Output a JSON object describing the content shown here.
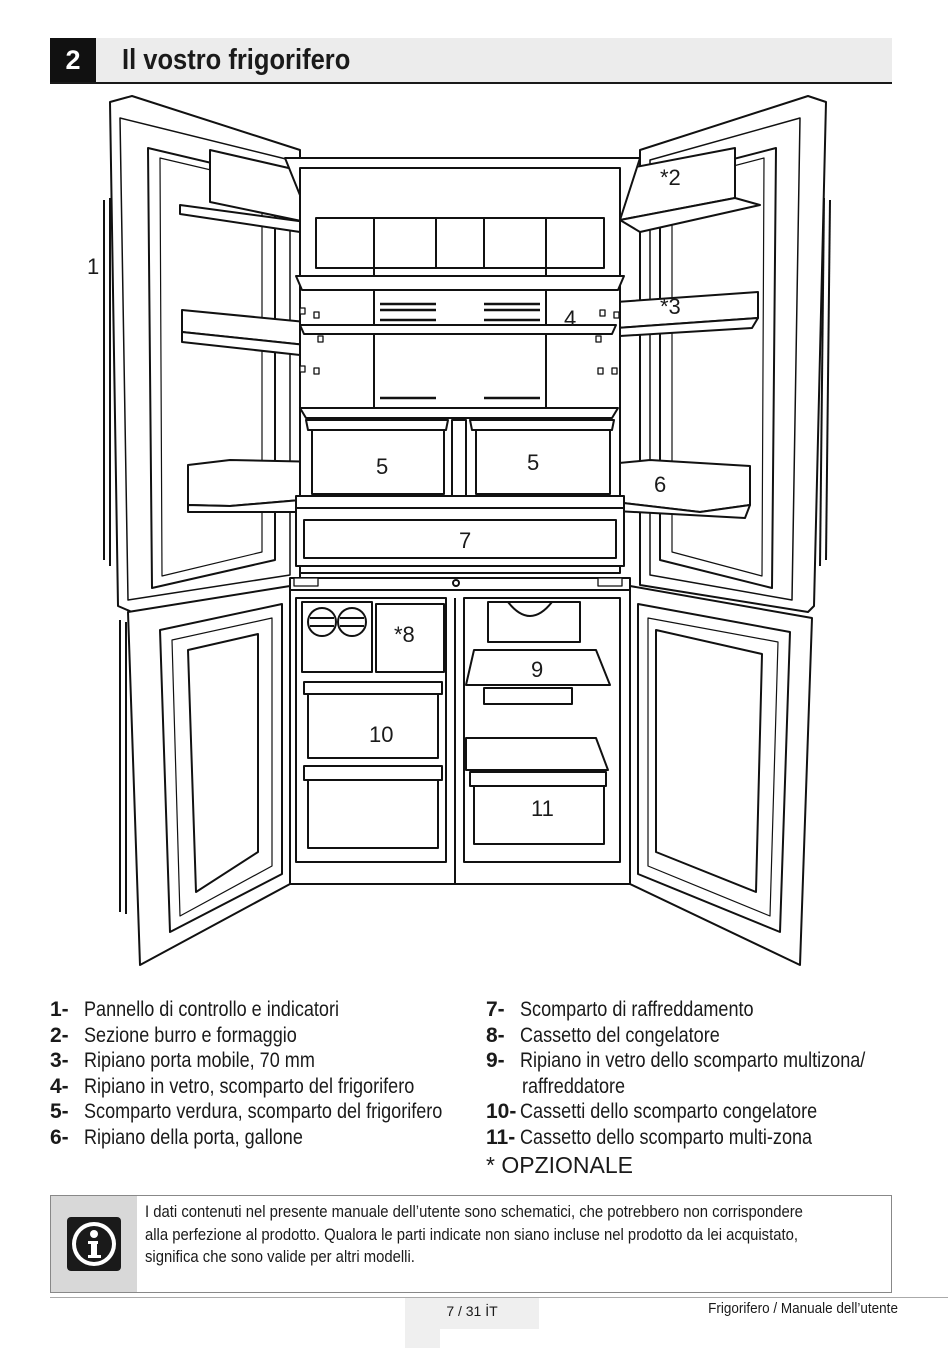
{
  "section": {
    "number": "2",
    "title": "Il vostro frigorifero"
  },
  "diagram": {
    "callouts": [
      "1",
      "*2",
      "*3",
      "4",
      "5",
      "5",
      "6",
      "7",
      "*8",
      "9",
      "10",
      "11"
    ]
  },
  "legend": {
    "left": [
      {
        "num": "1-",
        "text": "Pannello di controllo e indicatori"
      },
      {
        "num": "2-",
        "text": "Sezione burro e formaggio"
      },
      {
        "num": "3-",
        "text": "Ripiano porta mobile, 70 mm"
      },
      {
        "num": "4-",
        "text": "Ripiano in vetro, scomparto del frigorifero"
      },
      {
        "num": "5-",
        "text": "Scomparto verdura, scomparto del frigorifero"
      },
      {
        "num": "6-",
        "text": "Ripiano della porta, gallone"
      }
    ],
    "right": [
      {
        "num": "7-",
        "text": "Scomparto di raffreddamento"
      },
      {
        "num": "8-",
        "text": "Cassetto del congelatore"
      },
      {
        "num": "9-",
        "text": "Ripiano in vetro dello scomparto multizona/",
        "cont": "raffreddatore"
      },
      {
        "num": "10-",
        "text": "Cassetti dello scomparto congelatore"
      },
      {
        "num": "11-",
        "text": "Cassetto dello scomparto multi-zona"
      }
    ],
    "optional": "* OPZIONALE"
  },
  "info": {
    "icon": "info-icon",
    "lines": [
      "I dati contenuti nel presente manuale dell’utente sono schematici, che potrebbero non corrispondere",
      "alla perfezione al prodotto. Qualora le parti indicate non siano incluse nel prodotto da lei acquistato,",
      "significa che sono valide per altri modelli."
    ]
  },
  "footer": {
    "page": "7 / 31 İT",
    "right": "Frigorifero / Manuale dell’utente"
  }
}
